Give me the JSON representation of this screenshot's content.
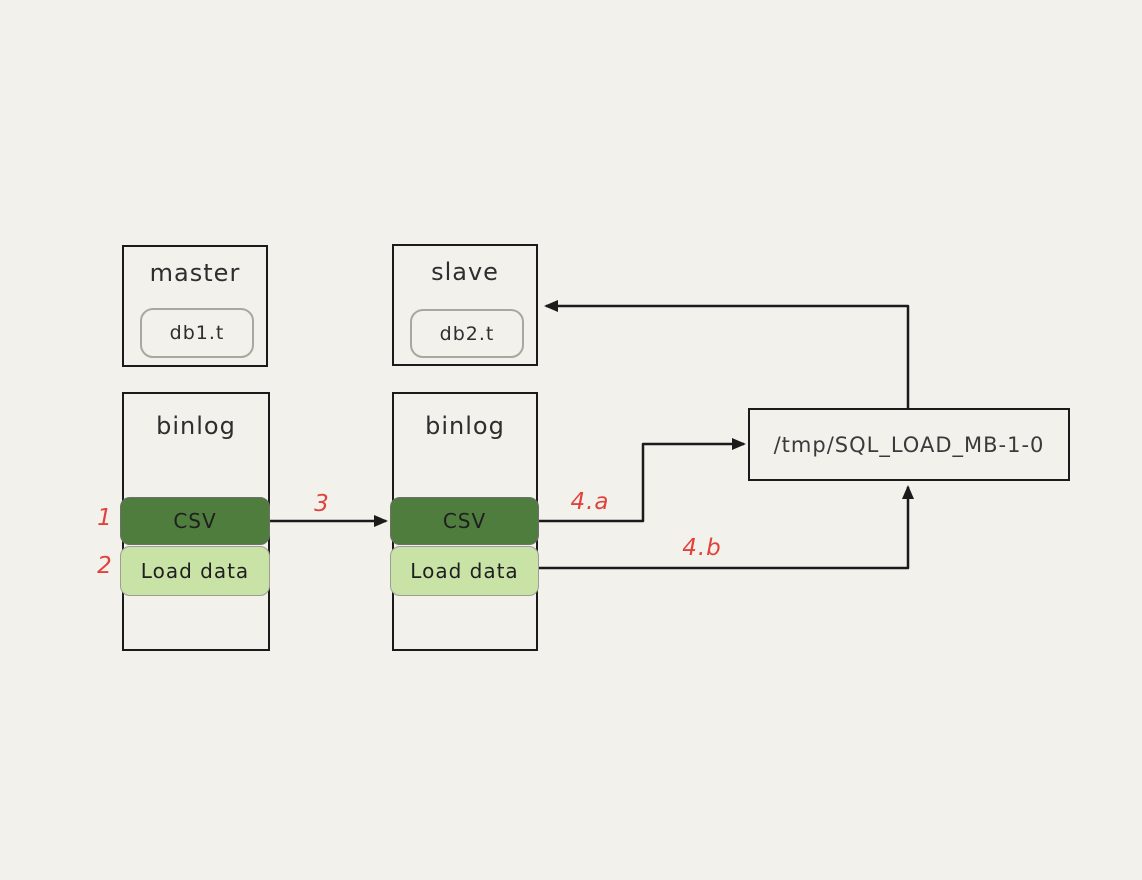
{
  "nodes": {
    "master": {
      "title": "master",
      "table": "db1.t"
    },
    "slave": {
      "title": "slave",
      "table": "db2.t"
    },
    "master_binlog": {
      "title": "binlog",
      "events": [
        {
          "label": "CSV"
        },
        {
          "label": "Load data"
        }
      ]
    },
    "slave_binlog": {
      "title": "binlog",
      "events": [
        {
          "label": "CSV"
        },
        {
          "label": "Load data"
        }
      ]
    },
    "tmp_file": {
      "label": "/tmp/SQL_LOAD_MB-1-0"
    }
  },
  "step_labels": [
    {
      "text": "1"
    },
    {
      "text": "2"
    },
    {
      "text": "3"
    },
    {
      "text": "4.a"
    },
    {
      "text": "4.b"
    }
  ],
  "colors": {
    "background": "#f3f1ec",
    "stroke": "#1b1b1b",
    "csv_fill": "#4e7d3d",
    "load_data_fill": "#c9e2a6",
    "step_label_red": "#e0433b",
    "text": "#2e2e2e",
    "inner_pill_border": "#a8a7a1"
  }
}
